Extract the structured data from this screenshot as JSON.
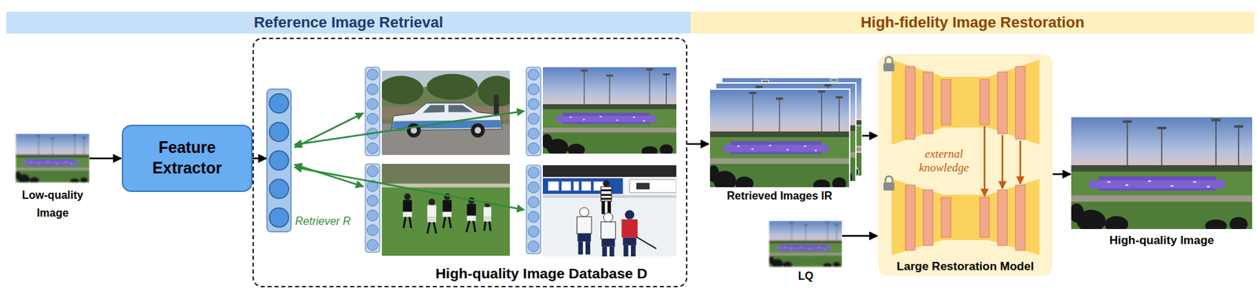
{
  "diagram": {
    "nodes": [
      {
        "text": [
          "Reference Image Retrieval"
        ]
      },
      {
        "text": [
          "High-fidelity Image Restoration"
        ]
      },
      {
        "text": [
          "Low-quality Image"
        ]
      },
      {
        "text": [
          "Feature Extractor"
        ]
      },
      {
        "text": [
          "High-quality Image Database D"
        ]
      },
      {
        "text": [
          "Retriever R"
        ],
        "in": 4
      },
      {
        "text": [
          "Retrieved Images IR"
        ]
      },
      {
        "text": [
          "LQ"
        ]
      },
      {
        "text": [
          "external knowledge",
          "Large Restoration Model"
        ]
      },
      {
        "text": [
          "High-quality Image"
        ]
      }
    ],
    "edges": [
      {
        "from": 2,
        "to": 3,
        "arrow": "to"
      },
      {
        "from": 3,
        "to": 5,
        "arrow": "to"
      },
      {
        "from": 4,
        "to": 6,
        "arrow": "to"
      },
      {
        "from": 6,
        "to": 8,
        "arrow": "to"
      },
      {
        "from": 7,
        "to": 8,
        "arrow": "to"
      },
      {
        "from": 8,
        "to": 9,
        "arrow": "to"
      }
    ]
  }
}
